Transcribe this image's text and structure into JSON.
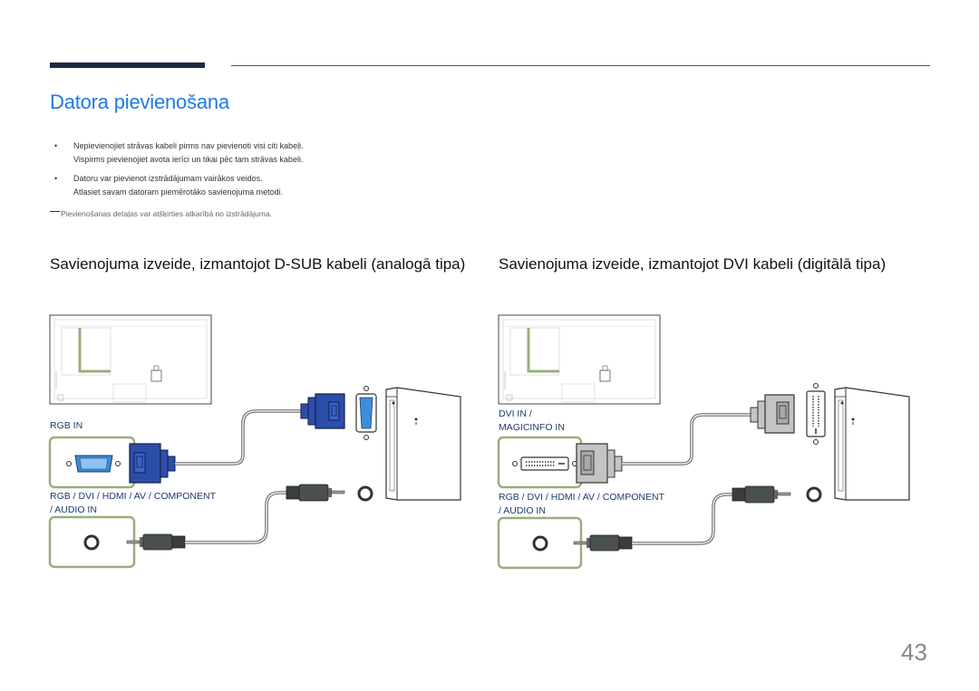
{
  "page": {
    "title": "Datora pievienošana",
    "page_number": "43"
  },
  "bullets": [
    {
      "line1": "Nepievienojiet strāvas kabeli pirms nav pievienoti visi citi kabeļi.",
      "line2": "Vispirms pievienojiet avota ierīci un tikai pēc tam strāvas kabeli."
    },
    {
      "line1": "Datoru var pievienot izstrādājumam vairākos veidos.",
      "line2": "Atlasiet savam datoram piemērotāko savienojuma metodi."
    }
  ],
  "note": "Pievienošanas detaļas var atšķirties atkarībā no izstrādājuma.",
  "sections": {
    "left": {
      "title": "Savienojuma izveide, izmantojot D-SUB kabeli (analogā tipa)",
      "port_label_1": "RGB IN",
      "port_label_2a": "RGB / DVI / HDMI / AV / COMPONENT",
      "port_label_2b": "/ AUDIO IN"
    },
    "right": {
      "title": "Savienojuma izveide, izmantojot DVI kabeli (digitālā tipa)",
      "port_label_1a": "DVI IN /",
      "port_label_1b": "MAGICINFO IN",
      "port_label_2a": "RGB / DVI / HDMI / AV / COMPONENT",
      "port_label_2b": "/ AUDIO IN"
    }
  },
  "colors": {
    "title": "#1c7be6",
    "port_frame": "#9aae7e",
    "vga_blue": "#2d4ea8",
    "dvi_gray": "#b7b7b7"
  }
}
